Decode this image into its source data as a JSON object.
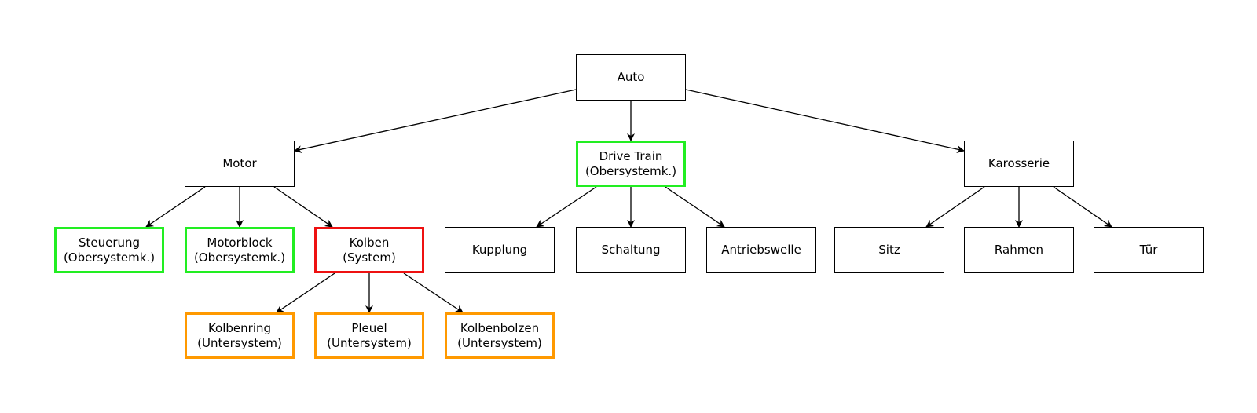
{
  "diagram": {
    "type": "tree",
    "colors": {
      "default_border": "#000000",
      "obersystem_border": "#22ee22",
      "system_border": "#ee1111",
      "untersystem_border": "#ff9900",
      "edge": "#000000"
    },
    "nodes": [
      {
        "id": "auto",
        "name": "node-auto",
        "lines": [
          "Auto"
        ],
        "category": "default"
      },
      {
        "id": "motor",
        "name": "node-motor",
        "lines": [
          "Motor"
        ],
        "category": "default"
      },
      {
        "id": "drivetrain",
        "name": "node-drive-train",
        "lines": [
          "Drive Train",
          "(Obersystemk.)"
        ],
        "category": "obersystem"
      },
      {
        "id": "karosserie",
        "name": "node-karosserie",
        "lines": [
          "Karosserie"
        ],
        "category": "default"
      },
      {
        "id": "steuerung",
        "name": "node-steuerung",
        "lines": [
          "Steuerung",
          "(Obersystemk.)"
        ],
        "category": "obersystem"
      },
      {
        "id": "motorblock",
        "name": "node-motorblock",
        "lines": [
          "Motorblock",
          "(Obersystemk.)"
        ],
        "category": "obersystem"
      },
      {
        "id": "kolben",
        "name": "node-kolben",
        "lines": [
          "Kolben",
          "(System)"
        ],
        "category": "system"
      },
      {
        "id": "kupplung",
        "name": "node-kupplung",
        "lines": [
          "Kupplung"
        ],
        "category": "default"
      },
      {
        "id": "schaltung",
        "name": "node-schaltung",
        "lines": [
          "Schaltung"
        ],
        "category": "default"
      },
      {
        "id": "antriebswelle",
        "name": "node-antriebswelle",
        "lines": [
          "Antriebswelle"
        ],
        "category": "default"
      },
      {
        "id": "sitz",
        "name": "node-sitz",
        "lines": [
          "Sitz"
        ],
        "category": "default"
      },
      {
        "id": "rahmen",
        "name": "node-rahmen",
        "lines": [
          "Rahmen"
        ],
        "category": "default"
      },
      {
        "id": "tuer",
        "name": "node-tuer",
        "lines": [
          "Tür"
        ],
        "category": "default"
      },
      {
        "id": "kolbenring",
        "name": "node-kolbenring",
        "lines": [
          "Kolbenring",
          "(Untersystem)"
        ],
        "category": "untersystem"
      },
      {
        "id": "pleuel",
        "name": "node-pleuel",
        "lines": [
          "Pleuel",
          "(Untersystem)"
        ],
        "category": "untersystem"
      },
      {
        "id": "kolbenbolzen",
        "name": "node-kolbenbolzen",
        "lines": [
          "Kolbenbolzen",
          "(Untersystem)"
        ],
        "category": "untersystem"
      }
    ],
    "edges": [
      {
        "from": "auto",
        "to": "motor"
      },
      {
        "from": "auto",
        "to": "drivetrain"
      },
      {
        "from": "auto",
        "to": "karosserie"
      },
      {
        "from": "motor",
        "to": "steuerung"
      },
      {
        "from": "motor",
        "to": "motorblock"
      },
      {
        "from": "motor",
        "to": "kolben"
      },
      {
        "from": "drivetrain",
        "to": "kupplung"
      },
      {
        "from": "drivetrain",
        "to": "schaltung"
      },
      {
        "from": "drivetrain",
        "to": "antriebswelle"
      },
      {
        "from": "karosserie",
        "to": "sitz"
      },
      {
        "from": "karosserie",
        "to": "rahmen"
      },
      {
        "from": "karosserie",
        "to": "tuer"
      },
      {
        "from": "kolben",
        "to": "kolbenring"
      },
      {
        "from": "kolben",
        "to": "pleuel"
      },
      {
        "from": "kolben",
        "to": "kolbenbolzen"
      }
    ]
  }
}
